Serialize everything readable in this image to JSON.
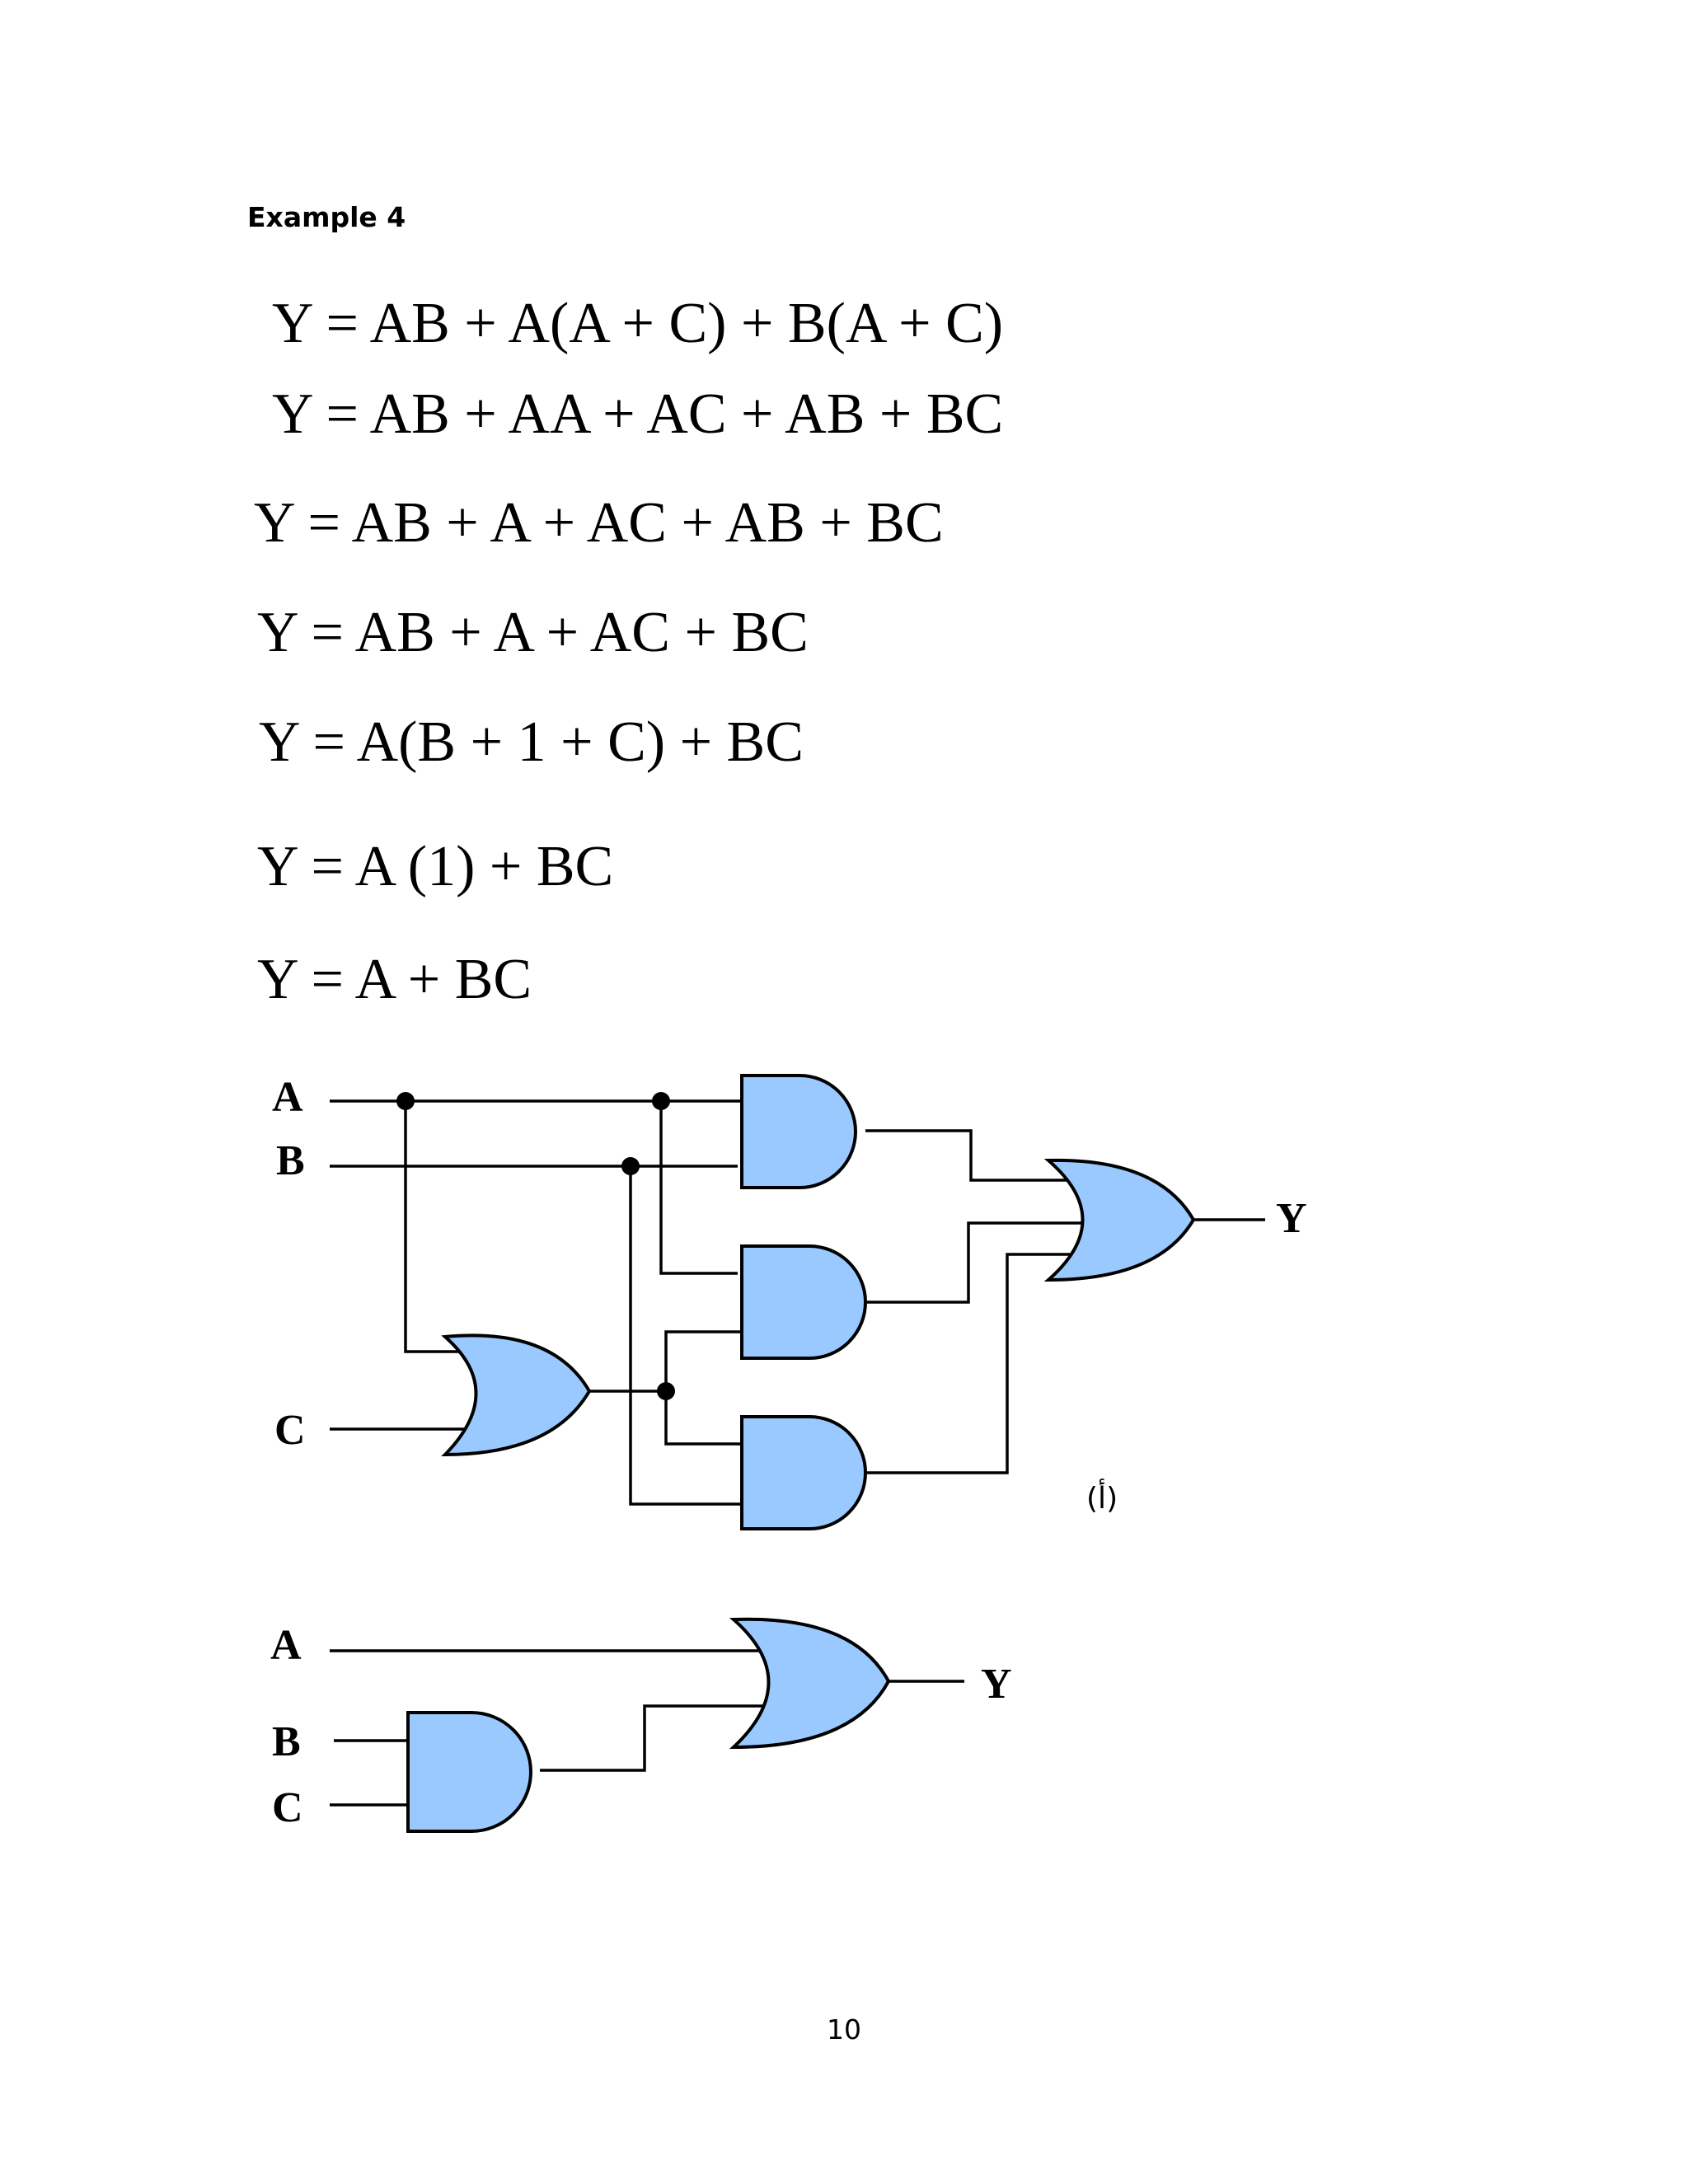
{
  "heading": "Example 4",
  "equations": [
    "Y = AB + A(A + C) + B(A + C)",
    "Y = AB + AA + AC + AB + BC",
    "Y = AB + A + AC + AB + BC",
    "Y = AB + A + AC + BC",
    "Y = A(B + 1 + C) + BC",
    "Y = A (1) + BC",
    "Y = A + BC"
  ],
  "circuit1": {
    "inputs": [
      "A",
      "B",
      "C"
    ],
    "output": "Y",
    "caption": "(أ)"
  },
  "circuit2": {
    "inputs": [
      "A",
      "B",
      "C"
    ],
    "output": "Y"
  },
  "page_number": "10",
  "colors": {
    "gate_fill": "#99c9ff",
    "wire": "#000000"
  }
}
